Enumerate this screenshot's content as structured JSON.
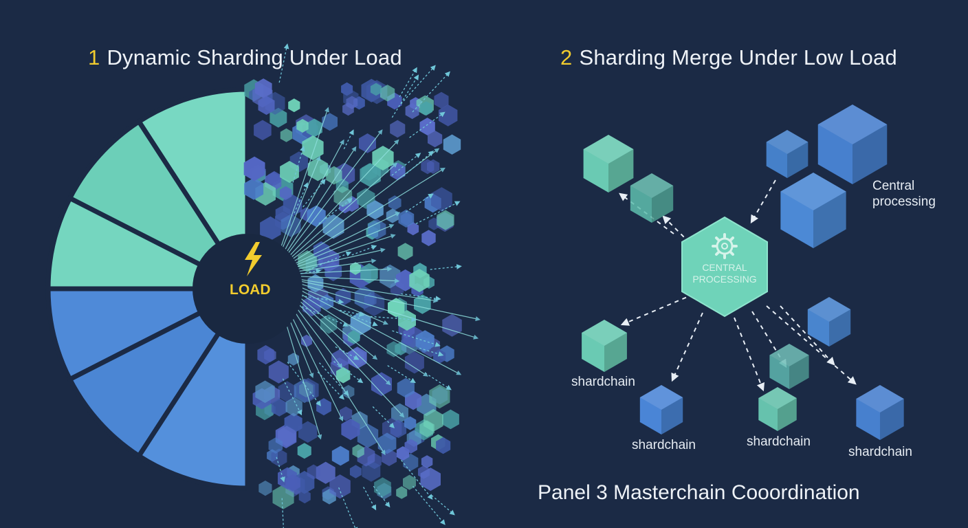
{
  "panel1": {
    "number": "1",
    "title": "Dynamic Sharding Under Load",
    "load_label": "LOAD"
  },
  "panel2": {
    "number": "2",
    "title": "Sharding Merge Under Low Load",
    "central_label": "CENTRAL PROCESSING",
    "central_note": "Central processing"
  },
  "panel3": {
    "title": "Panel 3 Masterchain Cooordination"
  },
  "shard_labels": [
    "shardchain",
    "shardchain",
    "shardchain",
    "shardchain"
  ],
  "icons": {
    "load": "lightning-bolt-icon",
    "central": "gear-icon"
  },
  "colors": {
    "background": "#1b2a45",
    "teal": "#6fd3b9",
    "blue": "#4a85d6",
    "accent": "#f2cc2e",
    "arrow": "#6fc6d8"
  }
}
